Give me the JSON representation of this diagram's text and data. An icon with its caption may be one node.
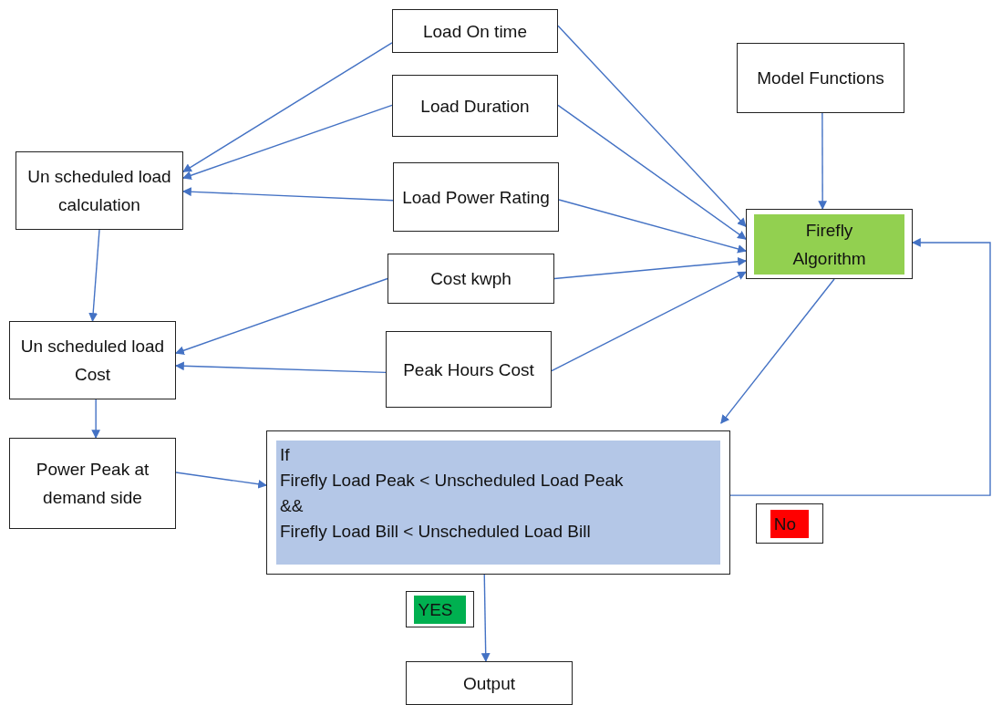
{
  "diagram": {
    "nodes": [
      {
        "text": [
          "Load On time"
        ]
      },
      {
        "text": [
          "Load Duration"
        ]
      },
      {
        "text": [
          "Un scheduled load calculation"
        ]
      },
      {
        "text": [
          "Model Functions"
        ]
      },
      {
        "text": [
          "Load Power Rating"
        ]
      },
      {
        "text": [
          "Firefly Algorithm"
        ]
      },
      {
        "text": [
          "Cost kwph"
        ]
      },
      {
        "text": [
          "Un scheduled load Cost"
        ]
      },
      {
        "text": [
          "Peak Hours Cost"
        ]
      },
      {
        "text": [
          "Power Peak at demand side"
        ]
      },
      {
        "text": [
          "If",
          "Firefly Load Peak < Unscheduled Load Peak",
          "&&",
          "Firefly Load Bill < Unscheduled Load Bill"
        ]
      },
      {
        "text": [
          "No"
        ]
      },
      {
        "text": [
          "YES"
        ]
      },
      {
        "text": [
          "Output"
        ]
      }
    ],
    "edges": [
      {
        "from": 0,
        "to": 2,
        "arrow": "to"
      },
      {
        "from": 1,
        "to": 2,
        "arrow": "to"
      },
      {
        "from": 4,
        "to": 2,
        "arrow": "to"
      },
      {
        "from": 6,
        "to": 7,
        "arrow": "to"
      },
      {
        "from": 8,
        "to": 7,
        "arrow": "to"
      },
      {
        "from": 0,
        "to": 5,
        "arrow": "to"
      },
      {
        "from": 1,
        "to": 5,
        "arrow": "to"
      },
      {
        "from": 4,
        "to": 5,
        "arrow": "to"
      },
      {
        "from": 6,
        "to": 5,
        "arrow": "to"
      },
      {
        "from": 8,
        "to": 5,
        "arrow": "to"
      },
      {
        "from": 3,
        "to": 5,
        "arrow": "to"
      },
      {
        "from": 2,
        "to": 7,
        "arrow": "to"
      },
      {
        "from": 7,
        "to": 9,
        "arrow": "to"
      },
      {
        "from": 9,
        "to": 10,
        "arrow": "to"
      },
      {
        "from": 5,
        "to": 10,
        "arrow": "to"
      },
      {
        "from": 10,
        "to": 13,
        "arrow": "to"
      },
      {
        "from": 10,
        "to": 5,
        "arrow": "to"
      }
    ]
  }
}
